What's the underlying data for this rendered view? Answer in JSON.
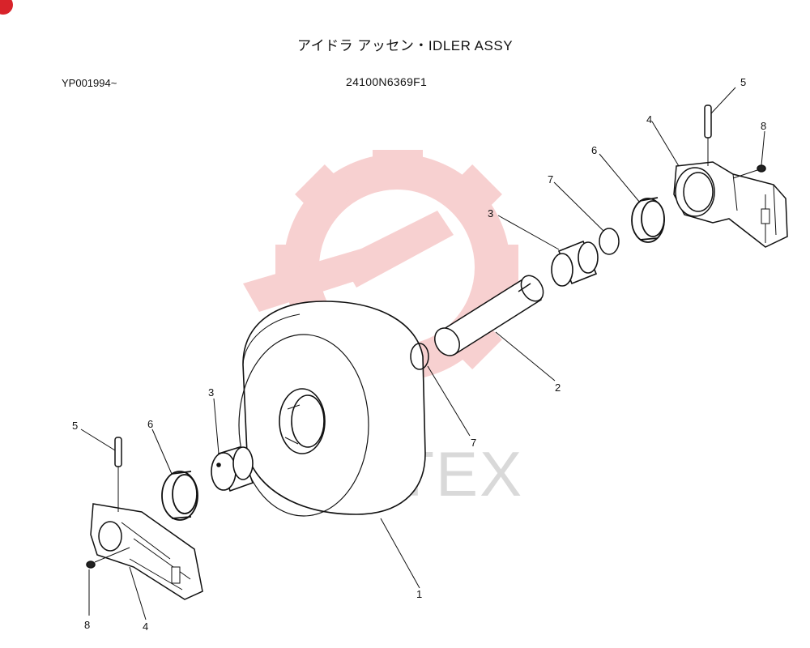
{
  "header": {
    "title": "アイドラ アッセン・IDLER ASSY",
    "serial": "YP001994~",
    "part_number": "24100N6369F1"
  },
  "watermark": {
    "text": "ИНТЕХ",
    "color": "#f6c9c9"
  },
  "callouts": {
    "c1": "1",
    "c2": "2",
    "c3a": "3",
    "c3b": "3",
    "c4a": "4",
    "c4b": "4",
    "c5a": "5",
    "c5b": "5",
    "c6a": "6",
    "c6b": "6",
    "c7a": "7",
    "c7b": "7",
    "c8a": "8",
    "c8b": "8"
  }
}
